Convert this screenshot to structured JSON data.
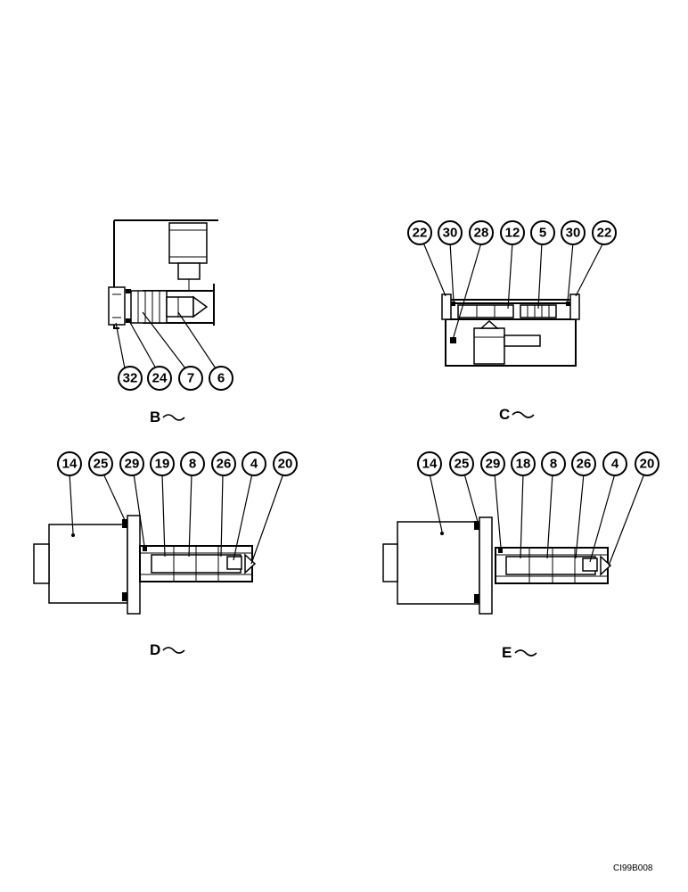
{
  "views": {
    "b": {
      "label": "B",
      "bubbles": [
        "32",
        "24",
        "7",
        "6"
      ]
    },
    "c": {
      "label": "C",
      "bubbles": [
        "22",
        "30",
        "28",
        "12",
        "5",
        "30",
        "22"
      ]
    },
    "d": {
      "label": "D",
      "bubbles": [
        "14",
        "25",
        "29",
        "19",
        "8",
        "26",
        "4",
        "20"
      ]
    },
    "e": {
      "label": "E",
      "bubbles": [
        "14",
        "25",
        "29",
        "18",
        "8",
        "26",
        "4",
        "20"
      ]
    }
  },
  "drawing_code": "CI99B008",
  "colors": {
    "ink": "#000000",
    "paper": "#ffffff"
  }
}
